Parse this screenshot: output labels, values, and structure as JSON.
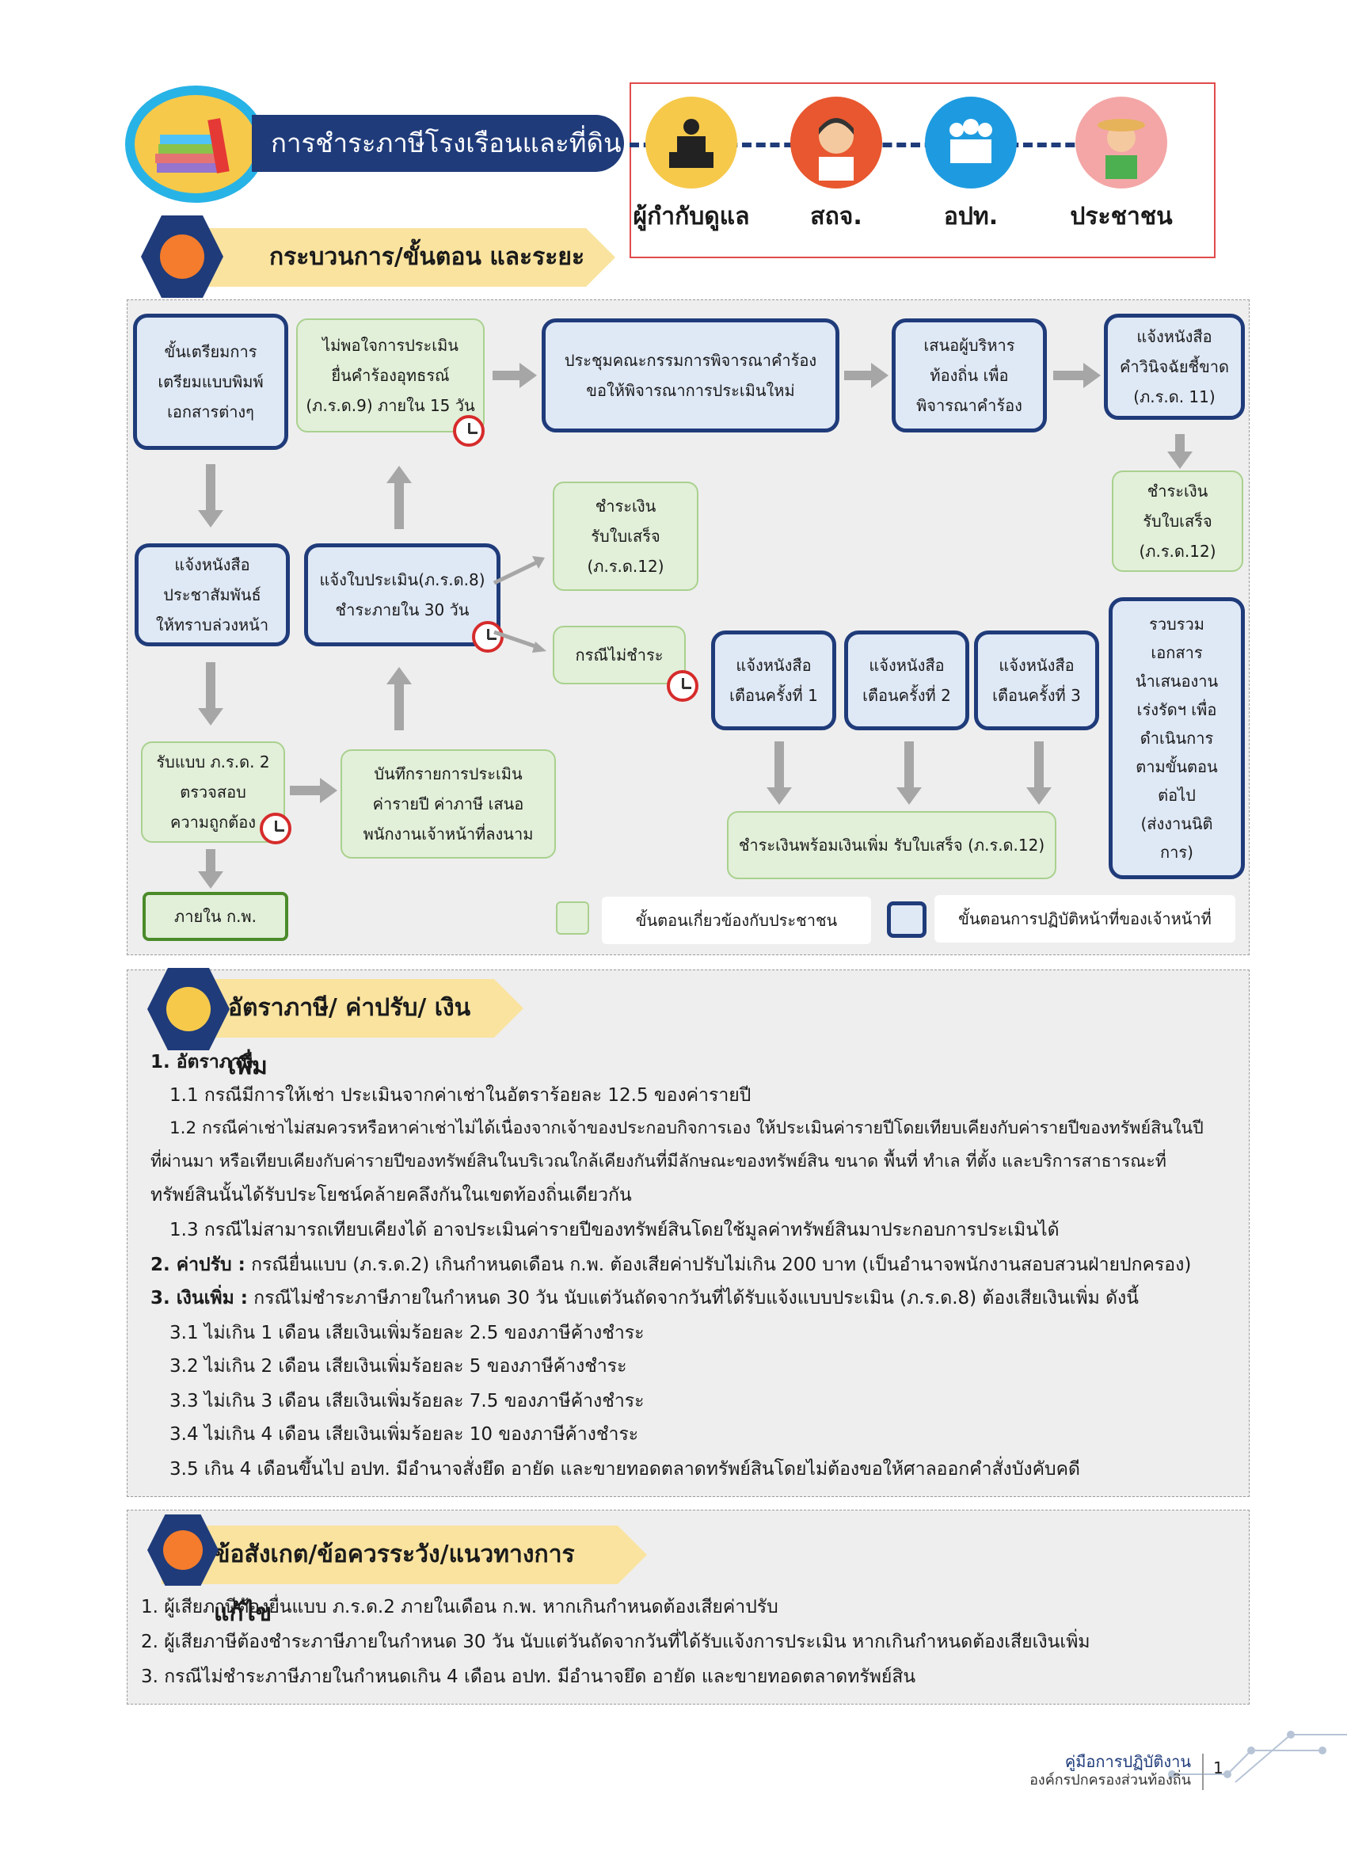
{
  "header": {
    "title": "การชำระภาษีโรงเรือนและที่ดิน",
    "roles": [
      "ผู้กำกับดูแล",
      "สถจ.",
      "อปท.",
      "ประชาชน"
    ]
  },
  "process_section": {
    "title": "กระบวนการ/ขั้นตอน และระยะเวลา",
    "nodes": {
      "prepare": "ขั้นเตรียมการ\nเตรียมแบบพิมพ์\nเอกสารต่างๆ",
      "appeal": "ไม่พอใจการประเมิน\nยื่นคำร้องอุทธรณ์\n(ภ.ร.ด.9) ภายใน 15 วัน",
      "committee": "ประชุมคณะกรรมการพิจารณาคำร้อง\nขอให้พิจารณาการประเมินใหม่",
      "executive": "เสนอผู้บริหาร\nท้องถิ่น เพื่อ\nพิจารณาคำร้อง",
      "decision": "แจ้งหนังสือ\nคำวินิจฉัยชี้ขาด\n(ภ.ร.ด. 11)",
      "pay_receipt_right": "ชำระเงิน\nรับใบเสร็จ\n(ภ.ร.ด.12)",
      "announce": "แจ้งหนังสือ\nประชาสัมพันธ์\nให้ทราบล่วงหน้า",
      "assessment": "แจ้งใบประเมิน(ภ.ร.ด.8)\nชำระภายใน 30 วัน",
      "pay_receipt_mid": "ชำระเงิน\nรับใบเสร็จ\n(ภ.ร.ด.12)",
      "not_paid": "กรณีไม่ชำระ",
      "warn1": "แจ้งหนังสือ\nเตือนครั้งที่ 1",
      "warn2": "แจ้งหนังสือ\nเตือนครั้งที่ 2",
      "warn3": "แจ้งหนังสือ\nเตือนครั้งที่ 3",
      "collect": "รวบรวม\nเอกสาร\nนำเสนองาน\nเร่งรัดฯ เพื่อ\nดำเนินการ\nตามขั้นตอน\nต่อไป\n(ส่งงานนิติ\nการ)",
      "receive_form": "รับแบบ ภ.ร.ด. 2\nตรวจสอบ\nความถูกต้อง",
      "record": "บันทึกรายการประเมิน\nค่ารายปี ค่าภาษี เสนอ\nพนักงานเจ้าหน้าที่ลงนาม",
      "pay_with_fine": "ชำระเงินพร้อมเงินเพิ่ม รับใบเสร็จ (ภ.ร.ด.12)",
      "within_feb": "ภายใน ก.พ."
    },
    "legend": {
      "public": "ขั้นตอนเกี่ยวข้องกับประชาชน",
      "officer": "ขั้นตอนการปฏิบัติหน้าที่ของเจ้าหน้าที่"
    }
  },
  "rates_section": {
    "title": "อัตราภาษี/ ค่าปรับ/ เงินเพิ่ม",
    "h1": "1. อัตราภาษี",
    "r11": "1.1 กรณีมีการให้เช่า ประเมินจากค่าเช่าในอัตราร้อยละ 12.5 ของค่ารายปี",
    "r12a": "1.2 กรณีค่าเช่าไม่สมควรหรือหาค่าเช่าไม่ได้เนื่องจากเจ้าของประกอบกิจการเอง ให้ประเมินค่ารายปีโดยเทียบเคียงกับค่ารายปีของทรัพย์สินในปี",
    "r12b": "ที่ผ่านมา หรือเทียบเคียงกับค่ารายปีของทรัพย์สินในบริเวณใกล้เคียงกันที่มีลักษณะของทรัพย์สิน ขนาด พื้นที่ ทำเล ที่ตั้ง และบริการสาธารณะที่",
    "r12c": "ทรัพย์สินนั้นได้รับประโยชน์คล้ายคลึงกันในเขตท้องถิ่นเดียวกัน",
    "r13": "1.3 กรณีไม่สามารถเทียบเคียงได้ อาจประเมินค่ารายปีของทรัพย์สินโดยใช้มูลค่าทรัพย์สินมาประกอบการประเมินได้",
    "h2": "2. ค่าปรับ :",
    "r2": "กรณียื่นแบบ (ภ.ร.ด.2) เกินกำหนดเดือน ก.พ. ต้องเสียค่าปรับไม่เกิน 200 บาท (เป็นอำนาจพนักงานสอบสวนฝ่ายปกครอง)",
    "h3": "3. เงินเพิ่ม :",
    "r3": "กรณีไม่ชำระภาษีภายในกำหนด 30 วัน นับแต่วันถัดจากวันที่ได้รับแจ้งแบบประเมิน (ภ.ร.ด.8) ต้องเสียเงินเพิ่ม ดังนี้",
    "r31": "3.1 ไม่เกิน 1 เดือน เสียเงินเพิ่มร้อยละ 2.5 ของภาษีค้างชำระ",
    "r32": "3.2 ไม่เกิน 2 เดือน เสียเงินเพิ่มร้อยละ 5 ของภาษีค้างชำระ",
    "r33": "3.3 ไม่เกิน 3 เดือน เสียเงินเพิ่มร้อยละ 7.5 ของภาษีค้างชำระ",
    "r34": "3.4 ไม่เกิน 4 เดือน เสียเงินเพิ่มร้อยละ 10 ของภาษีค้างชำระ",
    "r35": "3.5 เกิน 4 เดือนขึ้นไป อปท. มีอำนาจสั่งยึด อายัด และขายทอดตลาดทรัพย์สินโดยไม่ต้องขอให้ศาลออกคำสั่งบังคับคดี"
  },
  "notes_section": {
    "title": "ข้อสังเกต/ข้อควรระวัง/แนวทางการแก้ไข",
    "items": [
      "1. ผู้เสียภาษีต้องยื่นแบบ ภ.ร.ด.2 ภายในเดือน ก.พ. หากเกินกำหนดต้องเสียค่าปรับ",
      "2. ผู้เสียภาษีต้องชำระภาษีภายในกำหนด 30 วัน นับแต่วันถัดจากวันที่ได้รับแจ้งการประเมิน หากเกินกำหนดต้องเสียเงินเพิ่ม",
      "3. กรณีไม่ชำระภาษีภายในกำหนดเกิน 4 เดือน อปท. มีอำนาจยึด อายัด และขายทอดตลาดทรัพย์สิน"
    ]
  },
  "footer": {
    "line1": "คู่มือการปฏิบัติงาน",
    "line2": "องค์กรปกครองส่วนท้องถิ่น",
    "page": "1"
  },
  "colors": {
    "navy": "#1f3b7a",
    "ribbon": "#f9e39f",
    "officer_fill": "#dfe8f5",
    "public_fill": "#e2efd9"
  }
}
